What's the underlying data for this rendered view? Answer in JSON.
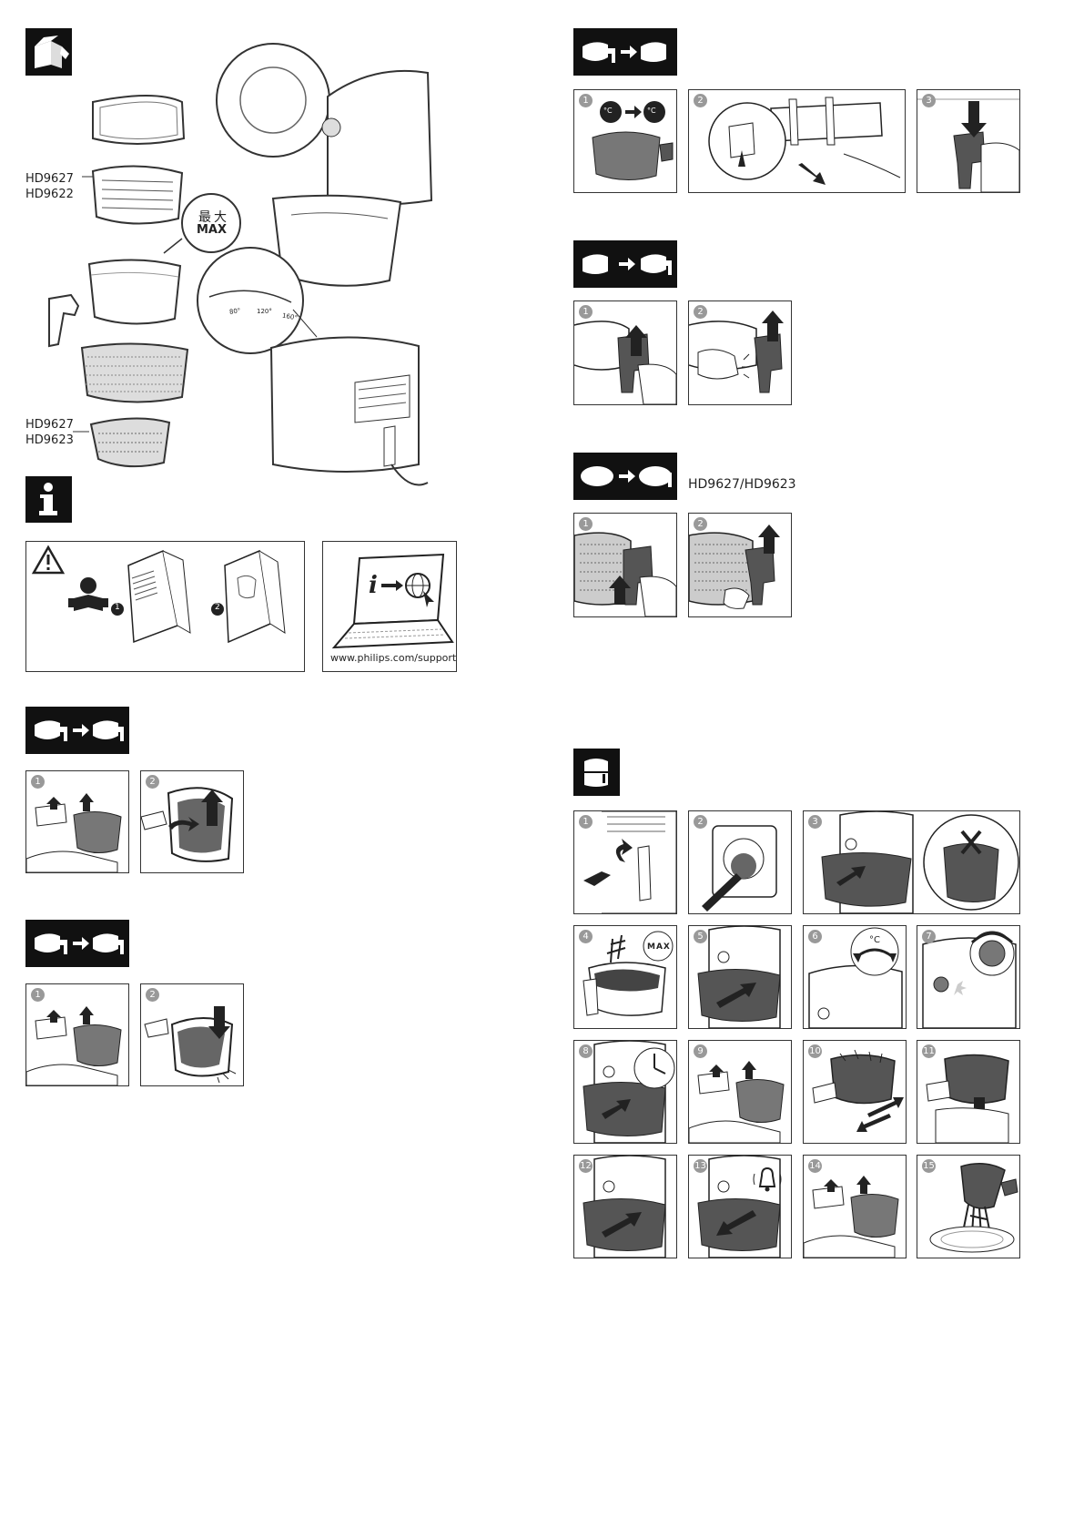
{
  "parts_overview": {
    "models_grill": [
      "HD9627",
      "HD9622"
    ],
    "models_baking": [
      "HD9627",
      "HD9623"
    ],
    "max_label": "MAX",
    "max_label_cn": "最大",
    "temp_marks": [
      "80°",
      "120°",
      "160°"
    ]
  },
  "info_section": {
    "steps": [
      "1",
      "2"
    ],
    "support_url": "www.philips.com/support"
  },
  "section_remove_mesh": {
    "steps": [
      "1",
      "2"
    ]
  },
  "section_insert_mesh": {
    "steps": [
      "1",
      "2"
    ]
  },
  "section_first_use": {
    "steps": [
      "1",
      "2",
      "3"
    ],
    "temp_unit": "°C"
  },
  "section_attach_handle": {
    "steps": [
      "1",
      "2"
    ]
  },
  "section_baking_tray": {
    "model_label": "HD9627/HD9623",
    "steps": [
      "1",
      "2"
    ]
  },
  "section_usage": {
    "steps": [
      "1",
      "2",
      "3",
      "4",
      "5",
      "6",
      "7",
      "8",
      "9",
      "10",
      "11",
      "12",
      "13",
      "14",
      "15"
    ],
    "max_label": "MAX",
    "temp_unit": "°C"
  }
}
